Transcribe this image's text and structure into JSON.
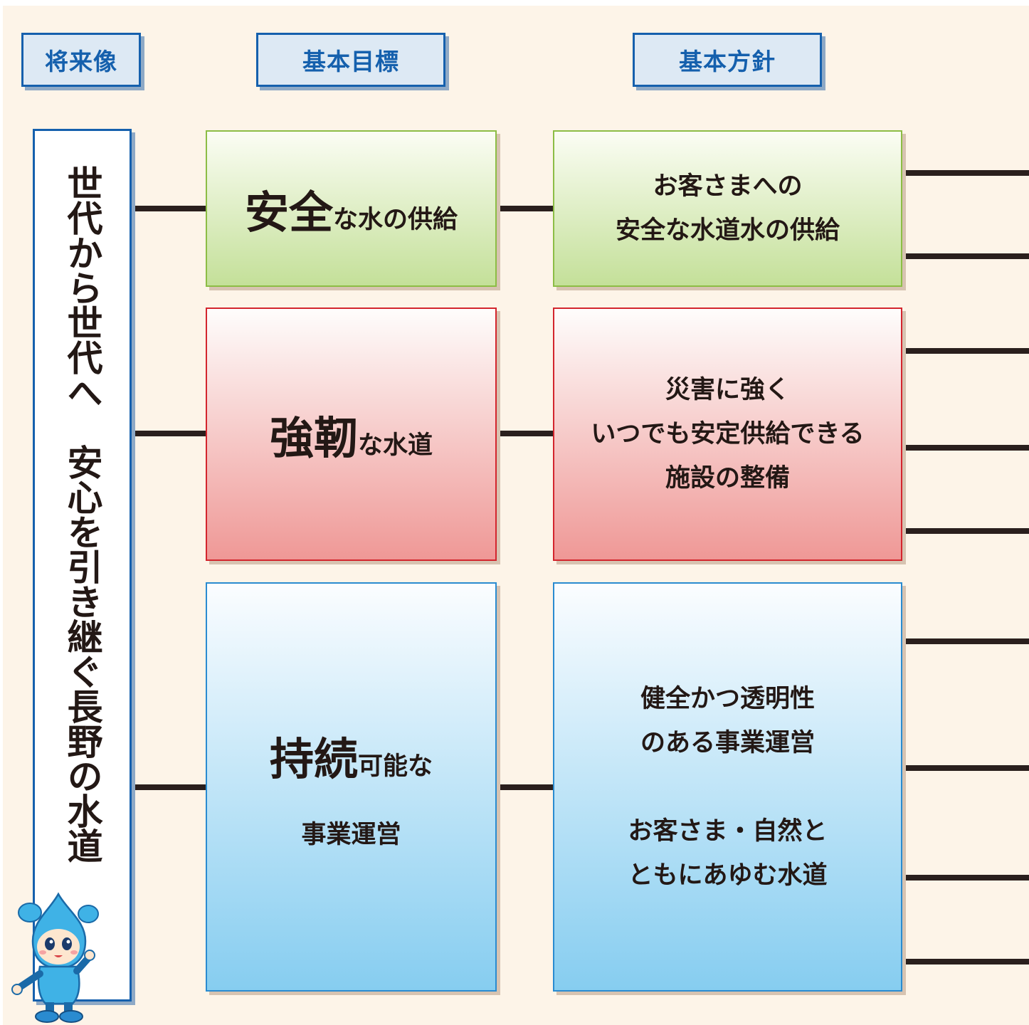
{
  "headers": {
    "vision": "将来像",
    "goals": "基本目標",
    "policies": "基本方針"
  },
  "vision": {
    "text": "世代から世代へ　安心を引き継ぐ長野の水道"
  },
  "goals": [
    {
      "emphasis": "安全",
      "rest": "な水の供給"
    },
    {
      "emphasis": "強靭",
      "rest": "な水道"
    },
    {
      "emphasis": "持続",
      "rest": "可能な",
      "line2": "事業運営"
    }
  ],
  "policies": [
    {
      "text": "お客さまへの\n安全な水道水の供給"
    },
    {
      "text": "災害に強く\nいつでも安定供給できる\n施設の整備"
    },
    {
      "text": "健全かつ透明性\nのある事業運営"
    },
    {
      "text": "お客さま・自然と\nともにあゆむ水道"
    }
  ],
  "colors": {
    "header_border": "#1560ad",
    "green": "#8cbd45",
    "red": "#d3252d",
    "blue": "#2a8bd0",
    "line": "#2a1f1d"
  },
  "mascot": "water-drop-mascot"
}
